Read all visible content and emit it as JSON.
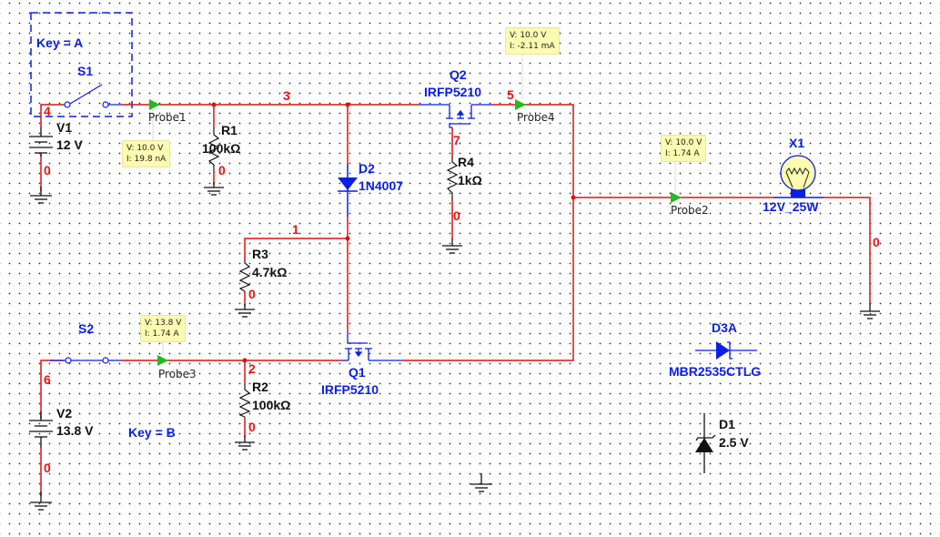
{
  "schematic": {
    "switches": {
      "s1": {
        "ref": "S1",
        "key": "Key = A"
      },
      "s2": {
        "ref": "S2",
        "key": "Key = B"
      }
    },
    "sources": {
      "v1": {
        "ref": "V1",
        "value": "12 V"
      },
      "v2": {
        "ref": "V2",
        "value": "13.8 V"
      }
    },
    "resistors": {
      "r1": {
        "ref": "R1",
        "value": "100kΩ"
      },
      "r2": {
        "ref": "R2",
        "value": "100kΩ"
      },
      "r3": {
        "ref": "R3",
        "value": "4.7kΩ"
      },
      "r4": {
        "ref": "R4",
        "value": "1kΩ"
      }
    },
    "diodes": {
      "d1": {
        "ref": "D1",
        "value": "2.5 V"
      },
      "d2": {
        "ref": "D2",
        "value": "1N4007"
      },
      "d3a": {
        "ref": "D3A",
        "value": "MBR2535CTLG"
      }
    },
    "transistors": {
      "q1": {
        "ref": "Q1",
        "value": "IRFP5210"
      },
      "q2": {
        "ref": "Q2",
        "value": "IRFP5210"
      }
    },
    "lamp": {
      "ref": "X1",
      "value": "12V_25W"
    },
    "nets": {
      "n0_v1": "0",
      "n0_r1": "0",
      "n0_r3": "0",
      "n0_r4": "0",
      "n0_r2": "0",
      "n0_v2": "0",
      "n0_lamp": "0",
      "n1": "1",
      "n2": "2",
      "n3": "3",
      "n4": "4",
      "n5": "5",
      "n6": "6",
      "n7": "7"
    },
    "probes": {
      "probe1": {
        "name": "Probe1",
        "voltage": "V: 10.0 V",
        "current": "I: 19.8 nA"
      },
      "probe2": {
        "name": "Probe2",
        "voltage": "V: 10.0 V",
        "current": "I: 1.74 A"
      },
      "probe3": {
        "name": "Probe3",
        "voltage": "V: 13.8 V",
        "current": "I: 1.74 A"
      },
      "probe4": {
        "name": "Probe4",
        "voltage": "V: 10.0 V",
        "current": "I: -2.11 mA"
      }
    },
    "colors": {
      "wire": "#e01010",
      "component": "#0a1ee6",
      "probe_arrow": "#22bb22",
      "meter_bg": "#fdfbb0"
    }
  }
}
